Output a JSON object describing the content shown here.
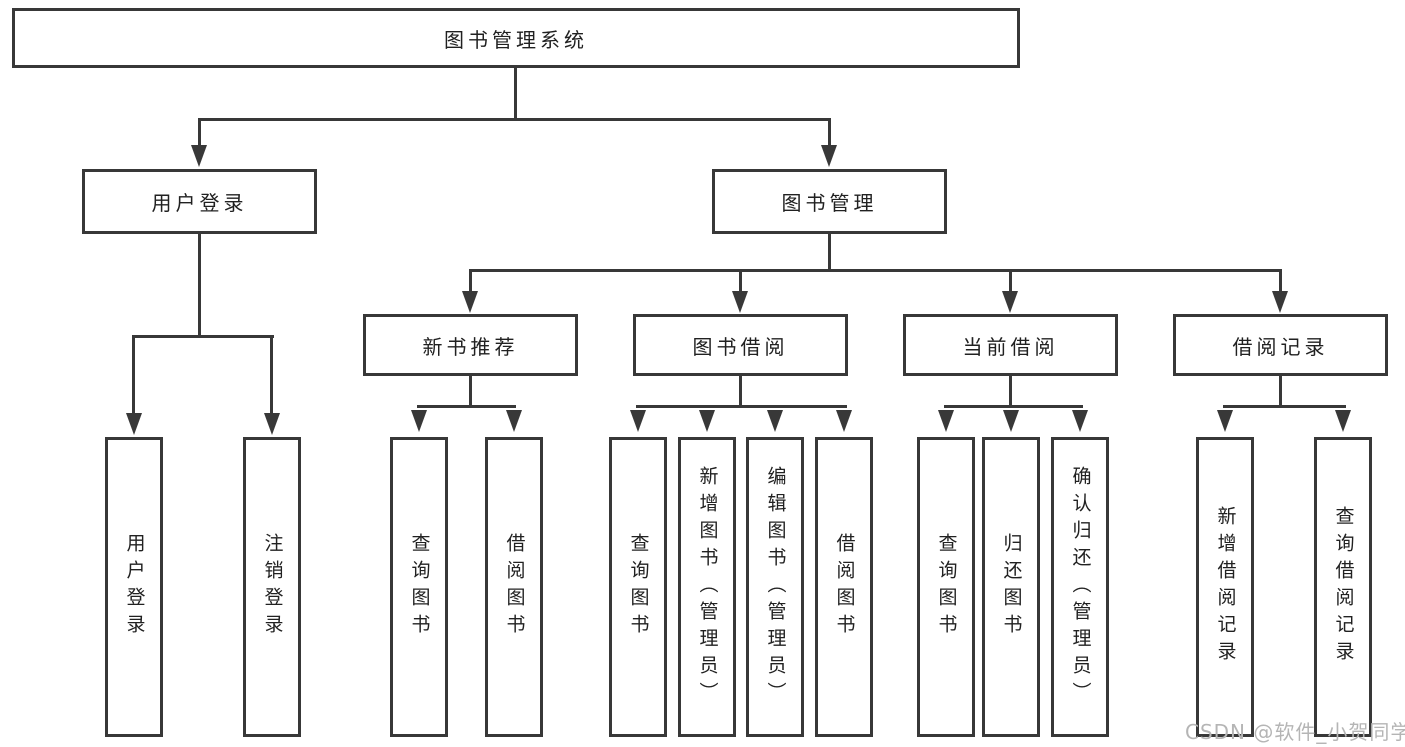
{
  "diagram": {
    "root": {
      "label": "图书管理系统"
    },
    "user_login": {
      "label": "用户登录",
      "leaves": [
        {
          "label": "用户登录"
        },
        {
          "label": "注销登录"
        }
      ]
    },
    "book_management": {
      "label": "图书管理",
      "groups": [
        {
          "label": "新书推荐",
          "leaves": [
            {
              "label": "查询图书"
            },
            {
              "label": "借阅图书"
            }
          ]
        },
        {
          "label": "图书借阅",
          "leaves": [
            {
              "label": "查询图书"
            },
            {
              "label": "新增图书（管理员）"
            },
            {
              "label": "编辑图书（管理员）"
            },
            {
              "label": "借阅图书"
            }
          ]
        },
        {
          "label": "当前借阅",
          "leaves": [
            {
              "label": "查询图书"
            },
            {
              "label": "归还图书"
            },
            {
              "label": "确认归还（管理员）"
            }
          ]
        },
        {
          "label": "借阅记录",
          "leaves": [
            {
              "label": "新增借阅记录"
            },
            {
              "label": "查询借阅记录"
            }
          ]
        }
      ]
    }
  },
  "watermark": {
    "text": "CSDN @软件_小贺同学"
  },
  "colors": {
    "line": "#383838",
    "text": "#212121",
    "watermark": "#b5b5b5",
    "background": "#ffffff"
  }
}
